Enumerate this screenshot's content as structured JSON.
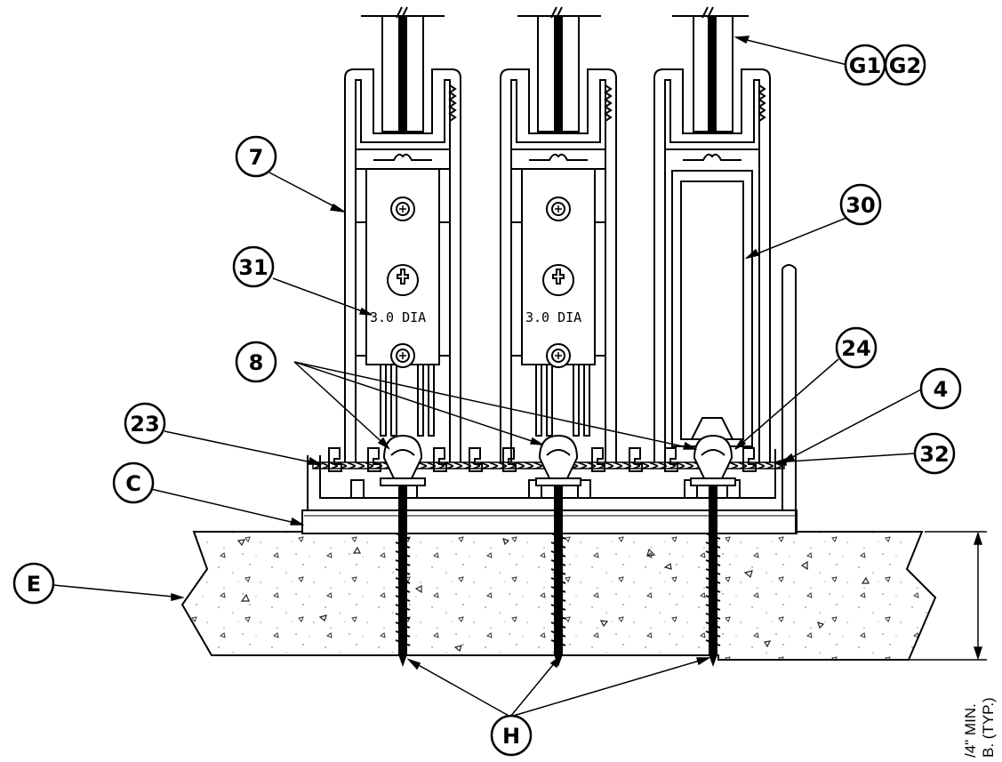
{
  "callouts": {
    "g1": "G1",
    "g2": "G2",
    "c7": "7",
    "c30": "30",
    "c31": "31",
    "c8": "8",
    "c24": "24",
    "c4": "4",
    "c23": "23",
    "c32": "32",
    "cC": "C",
    "cE": "E",
    "cH": "H"
  },
  "screw_labels": {
    "left": "3.0 DIA",
    "middle": "3.0 DIA"
  },
  "dimension": {
    "line1": "/4\" MIN.",
    "line2": "B. (TYP.)"
  }
}
